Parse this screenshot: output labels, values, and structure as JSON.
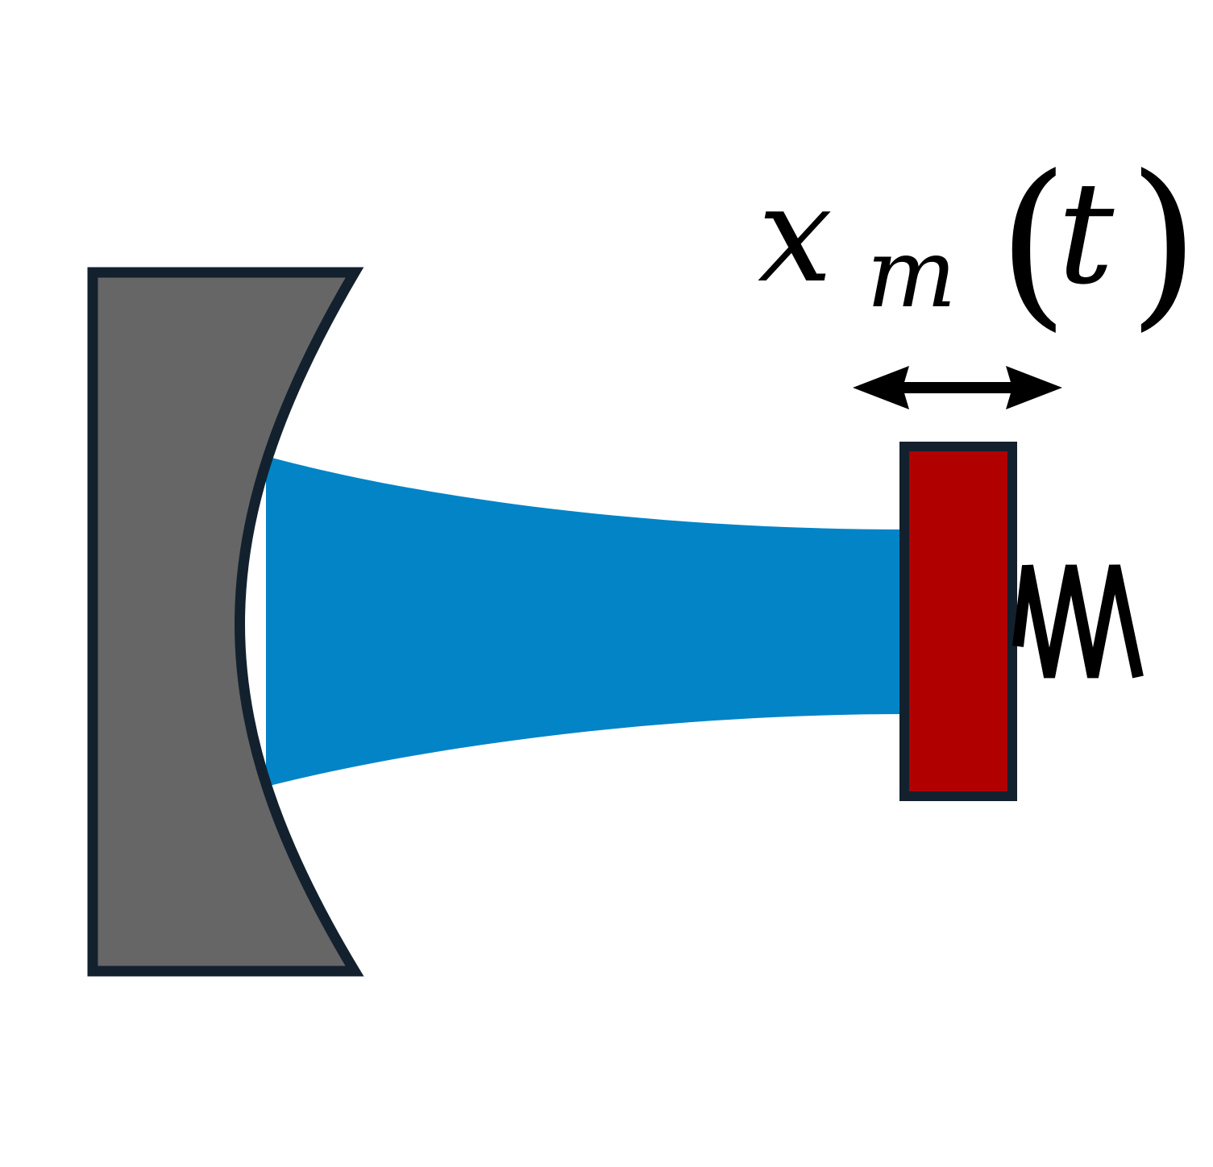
{
  "diagram": {
    "label": {
      "variable": "x",
      "subscript": "m",
      "open_paren": "(",
      "argument": "t",
      "close_paren": ")"
    },
    "colors": {
      "mirror_fill": "#666666",
      "outline": "#13212e",
      "beam": "#0284c7",
      "mirror_mass": "#b00000",
      "arrow": "#000000",
      "spring": "#000000"
    }
  }
}
